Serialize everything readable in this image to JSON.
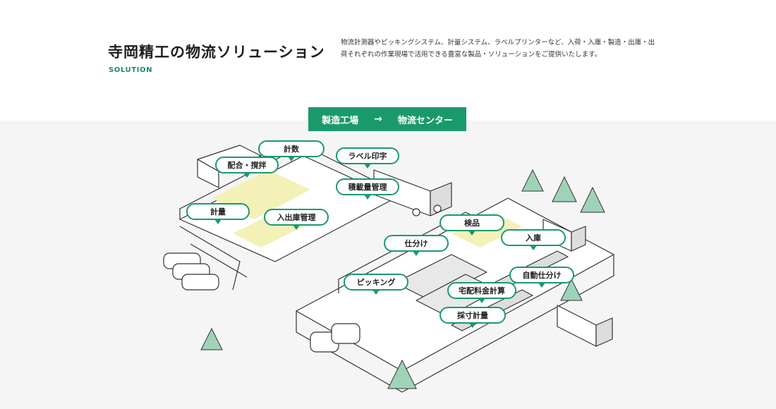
{
  "header": {
    "title": "寺岡精工の物流ソリューション",
    "subtitle": "SOLUTION",
    "description_line1": "物流計測器やピッキングシステム、計量システム、ラベルプリンターなど、入荷・入庫・製造・出庫・出",
    "description_line2": "荷それぞれの作業現場で活用できる豊富な製品・ソリューションをご提供いたします。"
  },
  "banner": {
    "from": "製造工場",
    "arrow": "→",
    "to": "物流センター"
  },
  "labels": {
    "keiryo_top": "計数",
    "haigo": "配合・撹拌",
    "label_inji": "ラベル印字",
    "sekisai": "積載量管理",
    "keiryo": "計量",
    "nyushukko": "入出庫管理",
    "kenpin": "検品",
    "nyuko": "入庫",
    "shiwake": "仕分け",
    "jido_shiwake": "自動仕分け",
    "picking": "ピッキング",
    "takuhai": "宅配料金計算",
    "saisun": "採寸計量"
  },
  "colors": {
    "accent": "#1a9a6a",
    "subtitle": "#1a8c62",
    "map_bg": "#f5f5f5",
    "tree": "#9fd3b8",
    "floor_yellow": "#f3f0b8"
  }
}
